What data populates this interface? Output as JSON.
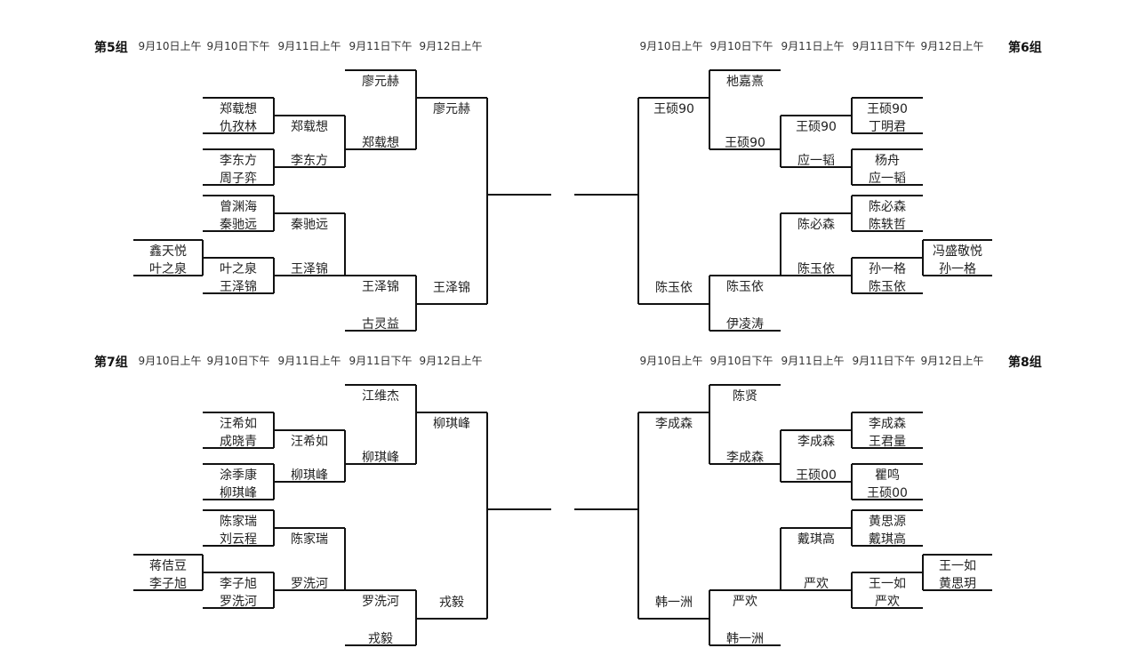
{
  "groups": {
    "g5": {
      "title": "第5组",
      "rounds": [
        "9月10日上午",
        "9月10日下午",
        "9月11日上午",
        "9月11日下午",
        "9月12日上午"
      ],
      "r1": [
        "鑫天悦",
        "叶之泉"
      ],
      "r2": [
        "郑载想",
        "仇孜林",
        "李东方",
        "周子弈",
        "曾渊海",
        "秦驰远",
        "叶之泉",
        "王泽锦"
      ],
      "r3": [
        "郑载想",
        "李东方",
        "秦驰远",
        "王泽锦"
      ],
      "r4": [
        "廖元赫",
        "郑载想",
        "王泽锦",
        "古灵益"
      ],
      "r5": [
        "廖元赫",
        "王泽锦"
      ]
    },
    "g6": {
      "title": "第6组",
      "rounds": [
        "9月12日上午",
        "9月11日下午",
        "9月11日上午",
        "9月10日下午",
        "9月10日上午"
      ],
      "r1": [
        "冯盛敬悦",
        "孙一格"
      ],
      "r2": [
        "王硕90",
        "丁明君",
        "杨舟",
        "应一韬",
        "陈必森",
        "陈轶哲",
        "孙一格",
        "陈玉依"
      ],
      "r3": [
        "王硕90",
        "应一韬",
        "陈必森",
        "陈玉依"
      ],
      "r4": [
        "杝嘉熹",
        "王硕90",
        "陈玉依",
        "伊凌涛"
      ],
      "r5": [
        "王硕90",
        "陈玉依"
      ]
    },
    "g7": {
      "title": "第7组",
      "rounds": [
        "9月10日上午",
        "9月10日下午",
        "9月11日上午",
        "9月11日下午",
        "9月12日上午"
      ],
      "r1": [
        "蒋佶豆",
        "李子旭"
      ],
      "r2": [
        "汪希如",
        "成晓青",
        "涂季康",
        "柳琪峰",
        "陈家瑞",
        "刘云程",
        "李子旭",
        "罗洗河"
      ],
      "r3": [
        "汪希如",
        "柳琪峰",
        "陈家瑞",
        "罗洗河"
      ],
      "r4": [
        "江维杰",
        "柳琪峰",
        "罗洗河",
        "戎毅"
      ],
      "r5": [
        "柳琪峰",
        "戎毅"
      ]
    },
    "g8": {
      "title": "第8组",
      "rounds": [
        "9月12日上午",
        "9月11日下午",
        "9月11日上午",
        "9月10日下午",
        "9月10日上午"
      ],
      "r1": [
        "王一如",
        "黄思玥"
      ],
      "r2": [
        "李成森",
        "王君量",
        "瞿鸣",
        "王硕00",
        "黄思源",
        "戴琪高",
        "王一如",
        "严欢"
      ],
      "r3": [
        "李成森",
        "王硕00",
        "戴琪高",
        "严欢"
      ],
      "r4": [
        "陈贤",
        "李成森",
        "严欢",
        "韩一洲"
      ],
      "r5": [
        "李成森",
        "韩一洲"
      ]
    }
  }
}
